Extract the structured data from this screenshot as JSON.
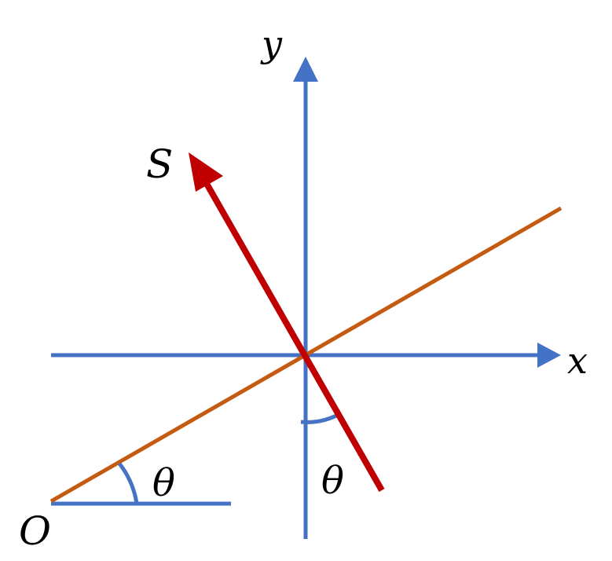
{
  "labels": {
    "x_axis": "x",
    "y_axis": "y",
    "vector": "S",
    "origin": "O",
    "angle_left": "θ",
    "angle_right": "θ"
  },
  "colors": {
    "axes": "#4472C4",
    "inclined_line": "#C55A11",
    "vector_s": "#C00000",
    "angle_arc": "#4472C4",
    "text": "#000000"
  }
}
